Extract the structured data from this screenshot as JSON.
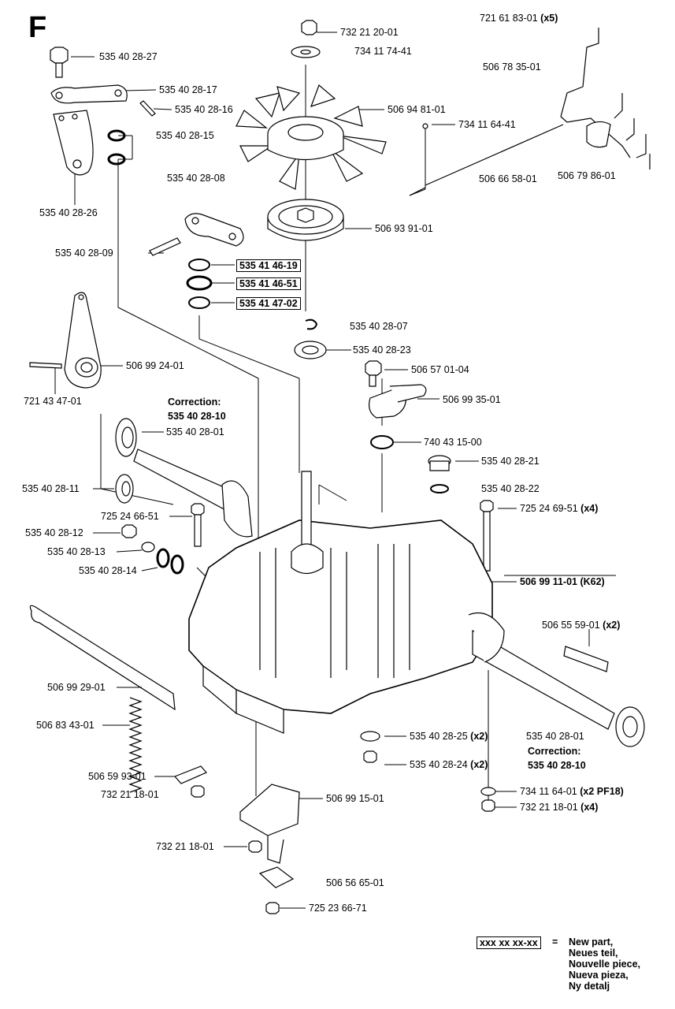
{
  "title": "F",
  "labels": {
    "l_732212001": "732 21 20-01",
    "l_734117441": "734 11 74-41",
    "l_721618301": "721 61 83-01",
    "l_721618301_q": "(x5)",
    "l_506783501": "506 78 35-01",
    "l_535402827": "535 40 28-27",
    "l_535402817": "535 40 28-17",
    "l_535402816": "535 40 28-16",
    "l_506948101": "506 94 81-01",
    "l_734116441": "734 11 64-41",
    "l_535402815": "535 40 28-15",
    "l_535402808": "535 40 28-08",
    "l_506665801": "506 66 58-01",
    "l_506798601": "506 79 86-01",
    "l_535402826": "535 40 28-26",
    "l_506939101": "506 93 91-01",
    "l_535402809": "535 40 28-09",
    "l_535414619": "535 41 46-19",
    "l_535414651": "535 41 46-51",
    "l_535414702": "535 41 47-02",
    "l_535402807": "535 40 28-07",
    "l_535402823": "535 40 28-23",
    "l_506992401": "506 99 24-01",
    "l_506570104": "506 57 01-04",
    "l_721434701": "721 43 47-01",
    "l_correction1": "Correction:",
    "l_correction1_code": "535 40 28-10",
    "l_506993501": "506 99 35-01",
    "l_535402801a": "535 40 28-01",
    "l_740431500": "740 43 15-00",
    "l_535402821": "535 40 28-21",
    "l_535402811": "535 40 28-11",
    "l_535402822": "535 40 28-22",
    "l_725246651": "725 24 66-51",
    "l_725246951": "725 24 69-51",
    "l_725246951_q": "(x4)",
    "l_535402812": "535 40 28-12",
    "l_535402813": "535 40 28-13",
    "l_535402814": "535 40 28-14",
    "l_506991101": "506 99 11-01 (K62)",
    "l_506555901": "506 55 59-01",
    "l_506555901_q": "(x2)",
    "l_506992901": "506 99 29-01",
    "l_506834301": "506 83 43-01",
    "l_535402825": "535 40 28-25",
    "l_535402825_q": "(x2)",
    "l_535402801b": "535 40 28-01",
    "l_correction2": "Correction:",
    "l_correction2_code": "535 40 28-10",
    "l_535402824": "535 40 28-24",
    "l_535402824_q": "(x2)",
    "l_506599301": "506 59 93-01",
    "l_732211801a": "732 21 18-01",
    "l_734116401": "734 11 64-01",
    "l_734116401_q": "(x2 PF18)",
    "l_732211801b": "732 21 18-01",
    "l_732211801b_q": "(x4)",
    "l_506991501": "506 99 15-01",
    "l_732211801c": "732 21 18-01",
    "l_506566501": "506 56 65-01",
    "l_725236671": "725 23 66-71"
  },
  "legend": {
    "code": "xxx xx xx-xx",
    "equals": "=",
    "translations": [
      "New part,",
      "Neues teil,",
      "Nouvelle piece,",
      "Nueva pieza,",
      "Ny detalj"
    ]
  }
}
